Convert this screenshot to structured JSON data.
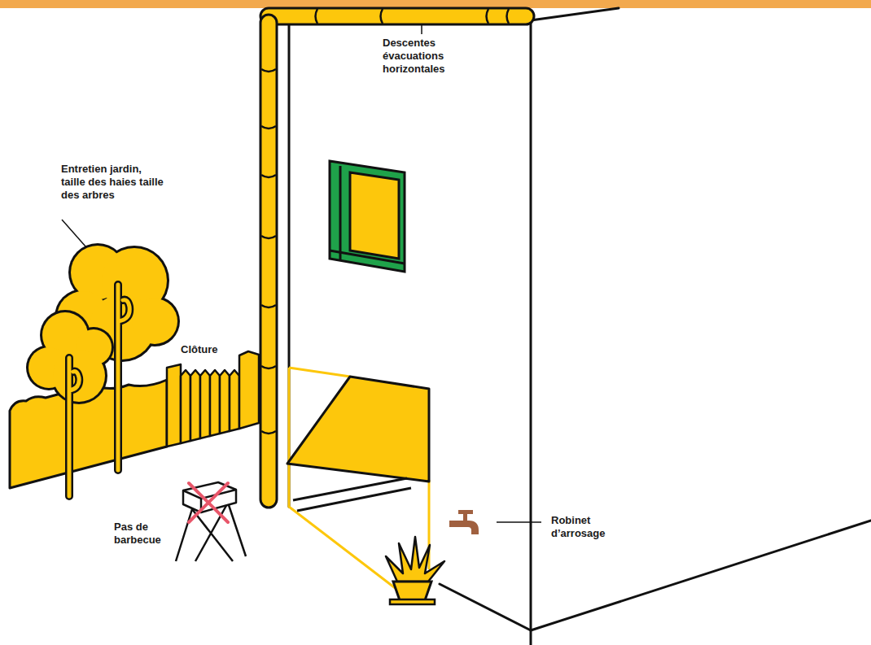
{
  "diagram": {
    "labels": [
      "Descentes évacuations horizontales",
      "Entretien jardin, taille des haies taille des arbres",
      "Clôture",
      "Pas de barbecue",
      "Robinet d’arrosage"
    ]
  }
}
